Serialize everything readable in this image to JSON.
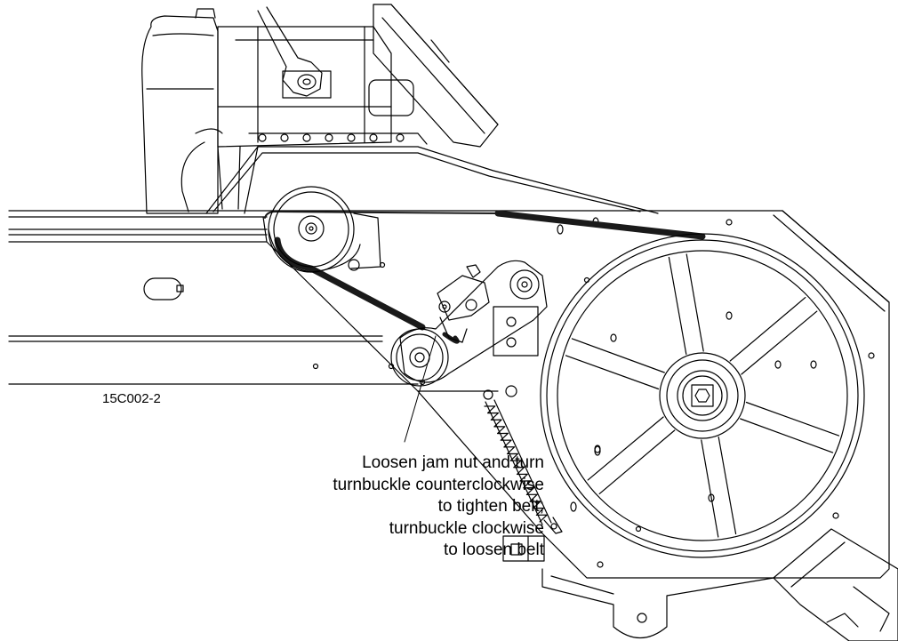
{
  "figure": {
    "part_number": "15C002-2",
    "callout_lines": [
      "Loosen jam nut and turn",
      "turnbuckle counterclockwise",
      "to tighten belt;",
      "turnbuckle clockwise",
      "to loosen belt"
    ]
  },
  "colors": {
    "line": "#000000",
    "belt": "#1a1a1a",
    "background": "#ffffff"
  }
}
